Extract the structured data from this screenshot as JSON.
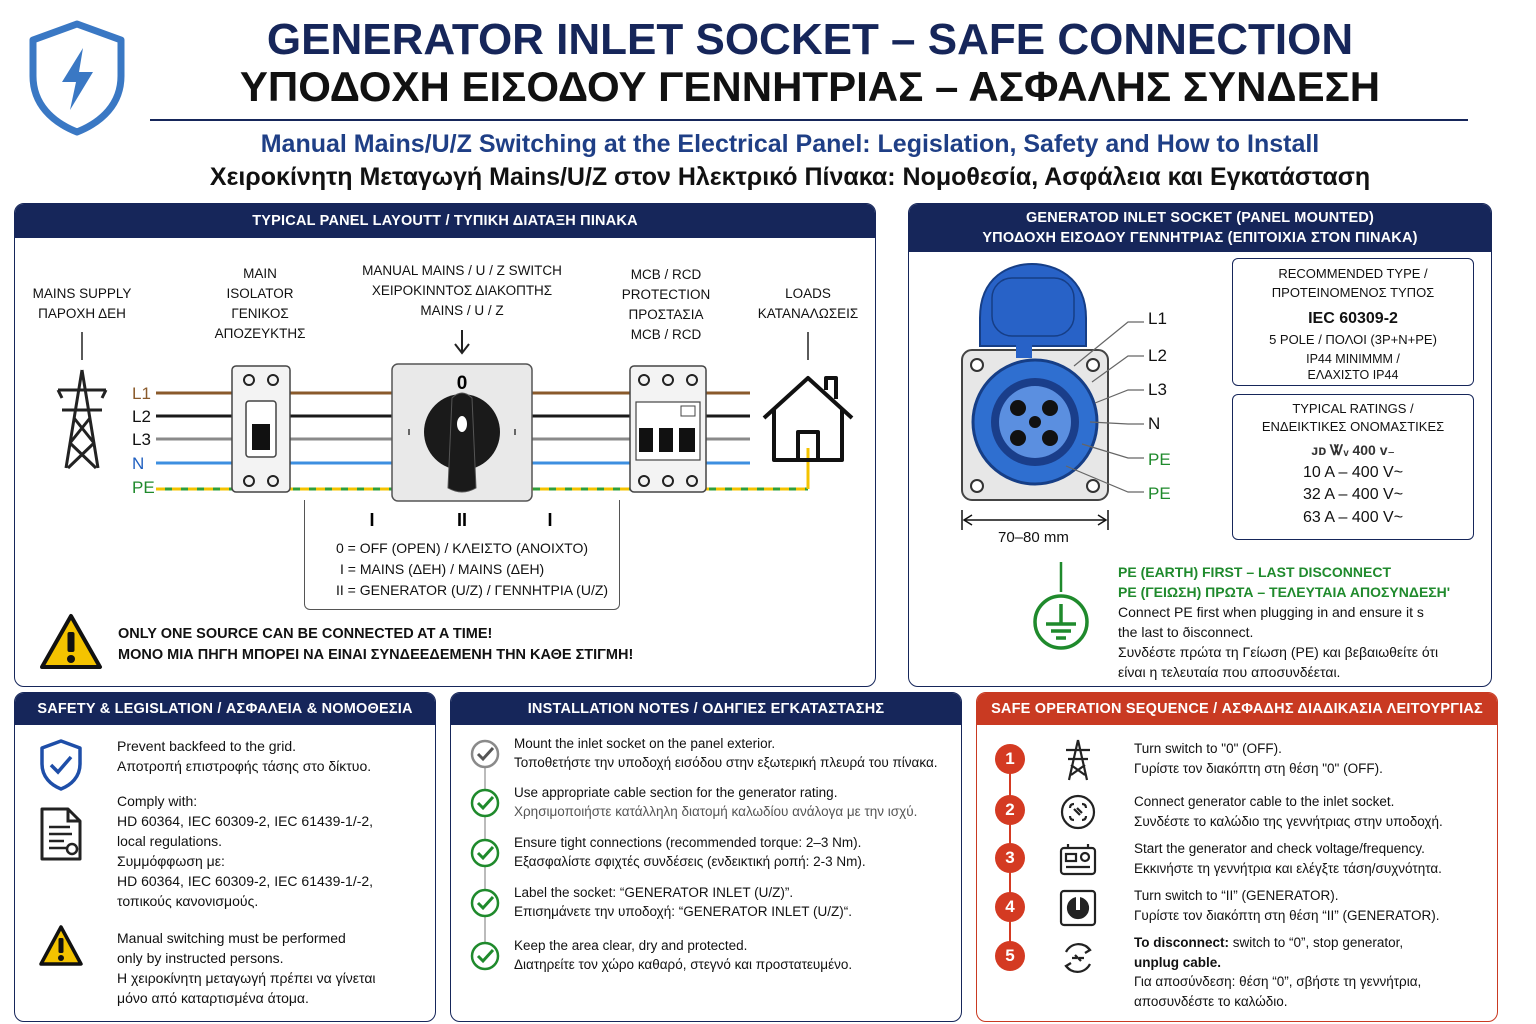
{
  "header": {
    "title_en": "GENERATOR INLET SOCKET – SAFE CONNECTION",
    "title_gr": "ΥΠΟΔΟΧΗ ΕΙΣΟΔΟΥ ΓΕΝΝΗΤΡΙΑΣ – ΑΣΦΑΛΗΣ ΣΥΝΔΕΣΗ",
    "subtitle_en": "Manual Mains/U/Z Switching at the Electrical Panel: Legislation, Safety and How to Install",
    "subtitle_gr": "Χειροκίνητη Μεταγωγή Mains/U/Z στον Ηλεκτρικό Πίνακα: Νομοθεσία, Ασφάλεια και Εγκατάσταση"
  },
  "layout_panel": {
    "heading": "TYPICAL PANEL LAYOUTT / ΤΥΠΙΚΗ ΔΙΑΤΑΞΗ ΠΙΝΑΚΑ",
    "mains_supply": [
      "MAINS SUPPLY",
      "ΠΑΡΟΧΗ ΔΕΗ"
    ],
    "main_isolator": [
      "MAIN",
      "ISOLATOR",
      "ΓΕΝΙΚΟΣ",
      "ΑΠΟΖΕΥΚΤΗΣ"
    ],
    "manual_switch": [
      "MANUAL MAINS / U / Z SWITCH",
      "ΧΕΙΡΟΚΙΝΝΤΟΣ ΔΙΑΚΟΠΤΗΣ",
      "MAINS / U / Z"
    ],
    "mcb_rcd": [
      "MCB / RCD",
      "PROTECTION",
      "ΠΡΟΣΤΑΣΙΑ",
      "MCB / RCD"
    ],
    "loads": [
      "LOADS",
      "ΚΑΤΑΝΑΛΩΣΕΙΣ"
    ],
    "wire_labels": [
      "L1",
      "L2",
      "L3",
      "N",
      "PE"
    ],
    "switch_zero": "0",
    "switch_positions": [
      "I",
      "II",
      "I"
    ],
    "legend": [
      "0 = OFF (OPEN) / ΚΛΕΙΣΤΟ (ΑΝΟΙΧΤΟ)",
      "I = MAINS (ΔΕΗ) / MAINS (ΔΕΗ)",
      "II = GENERATOR (U/Z) / ΓΕΝΝΗΤΡΙΑ (U/Z)"
    ],
    "warning": [
      "ONLY ONE SOURCE CAN BE CONNECTED AT A TIME!",
      "ΜΟΝΟ ΜΙΑ ΠΗΓΗ ΜΠΟΡΕΙ ΝΑ ΕΙΝΑΙ ΣΥΝΔΕΕΔΕΜΕΝΗ ΤΗΝ ΚΑΘΕ ΣΤΙΓΜΗ!"
    ]
  },
  "socket_panel": {
    "heading": [
      "GENERATOD INLET SOCKET (PANEL MOUNTED)",
      "ΥΠΟΔΟΧΗ ΕΙΣΟΔΟΥ ΓΕΝΝΗΤΡΙΑΣ (ΕΠΙΤΟΙΧΙΑ ΣΤΟΝ ΠΙΝΑΚΑ)"
    ],
    "pin_labels": [
      "L1",
      "L2",
      "L3",
      "N",
      "PE",
      "PE"
    ],
    "dimension": "70–80 mm",
    "recommended": {
      "title": [
        "RECOMMENDED TYPE /",
        "ΠΡΟΤΕΙΝΟΜΕΝΟΣ ΤΥΠΟΣ"
      ],
      "standard": "IEC 60309-2",
      "poles": "5 POLE / ΠΟΛΟΙ (3P+N+PE)",
      "ip": [
        "IP44 MINIMMM /",
        "ΕΛΑΧΙΣΤΟ IP44"
      ]
    },
    "ratings": {
      "title": [
        "TYPICAL RATINGS /",
        "ΕΝΔΕΙΚΤΙΚΕΣ ΟΝΟΜΑΣΤΙΚΕΣ"
      ],
      "values": [
        "ᴊᴅ Ꮤᵥ 400 ᴠ₋",
        "10 A – 400 V~",
        "32 A – 400 V~",
        "63 A – 400 V~"
      ]
    },
    "earth_note": {
      "title_en": "PE (EARTH) FIRST – LAST DISCONNECT",
      "title_gr": "PE (ΓΕΙΩΣΗ) ΠΡΩΤΑ – ΤΕΛΕΥΤΑΙΑ ΑΠΟΣΥΝΔΕΣΗ'",
      "lines": [
        "Connect PE first when plugging in and ensure it s",
        "the last to ðisconnect.",
        "Συνδέστε πρώτα τη Γείωση (PE) και βεβαιωθείτε ότι",
        "είναι η τελευταία που αποσυνδέεται."
      ]
    }
  },
  "safety_panel": {
    "heading": "SAFETY & LEGISLATION / ΑΣΦΑΛΕΙΑ & ΝΟΜΟΘΕΣΙΑ",
    "items": [
      {
        "icon": "shield-check-icon",
        "lines": [
          "Prevent backfeed to the grid.",
          "Αποτροπή επιστροφής τάσης στο δίκτυο."
        ]
      },
      {
        "icon": "document-icon",
        "lines": [
          "Comply with:",
          "HD 60364, IEC 60309-2, IEC 61439-1/-2,",
          "local regulations.",
          "Συμμόφφωση με:",
          "HD 60364, IEC 60309-2, IEC 61439-1/-2,",
          "τοπικούς κανονισμούς."
        ]
      },
      {
        "icon": "warning-icon",
        "lines": [
          "Manual switching must be performed",
          "only by instructed persons.",
          "Η χειροκίνητη μεταγωγή πρέπει να γίνεται",
          "μόνο από καταρτισμένα άτομα."
        ]
      }
    ]
  },
  "install_panel": {
    "heading": "INSTALLATION NOTES / ΟΔΗΓΙΕΣ ΕΓΚΑΤΑΣΤΑΣΗΣ",
    "items": [
      [
        "Mount the inlet socket on the panel exterior.",
        "Τοποθετήστε την υποδοχή εισόδου στην εξωτερική πλευρά του πίνακα."
      ],
      [
        "Use appropriate cable section for the generator rating.",
        "Χρησιμοποιήστε κατάλληλη διατομή καλωδίου ανάλογα με την ισχύ."
      ],
      [
        "Ensure tight connections (recommended torque: 2–3 Nm).",
        "Εξασφαλίστε σφιχτές συνδέσεις (ενδεικτική ροπή: 2-3 Nm)."
      ],
      [
        "Label the socket: “GENERATOR INLET (U/Z)”.",
        "Επισημάνετε την υποδοχή: “GENERATOR INLET (U/Z)“."
      ],
      [
        "Keep the area clear, dry and protected.",
        "Διατηρείτε τον χώρο καθαρό, στεγνό και προστατευμένο."
      ]
    ]
  },
  "sequence_panel": {
    "heading": "SAFE OPERATION SEQUENCE / ΑΣΦΑΔΗΣ ΔΙΑΔΙΚΑΣΙΑ ΛΕΙΤΟΥΡΓΙΑΣ",
    "steps": [
      {
        "num": "1",
        "icon": "pylon-icon",
        "en": "Turn switch to \"0\" (OFF).",
        "gr": "Γυρίστε τον διακόπτη στη θέση \"0\" (OFF)."
      },
      {
        "num": "2",
        "icon": "plug-icon",
        "en": "Connect generator cable to the inlet socket.",
        "gr": "Συνδέστε το καλώδιο της γεννήτριας στην υποδοχή."
      },
      {
        "num": "3",
        "icon": "generator-icon",
        "en": "Start the generator and check voltage/frequency.",
        "gr": "Εκκινήστε τη γεννήτρια και ελέγξτε τάση/συχνότητα."
      },
      {
        "num": "4",
        "icon": "switch-icon",
        "en": "Turn switch to “II” (GENERATOR).",
        "gr": "Γυρίστε τον διακόπτη στη θέση “II” (GENERATOR)."
      },
      {
        "num": "5",
        "icon": "disconnect-icon",
        "en_bold": "To disconnect:",
        "en": "switch to “0”, stop generator,",
        "en2": "unplug cable.",
        "gr": "Για αποσύνδεση: θέση “0”, σβήστε τη γεννήτρια,",
        "gr2": "αποσυνδέστε το καλώδιο."
      }
    ]
  },
  "colors": {
    "navy": "#16265a",
    "red": "#c93a22",
    "green": "#1f8a2c",
    "blue": "#2f6fd0",
    "yellow": "#f4c300"
  }
}
